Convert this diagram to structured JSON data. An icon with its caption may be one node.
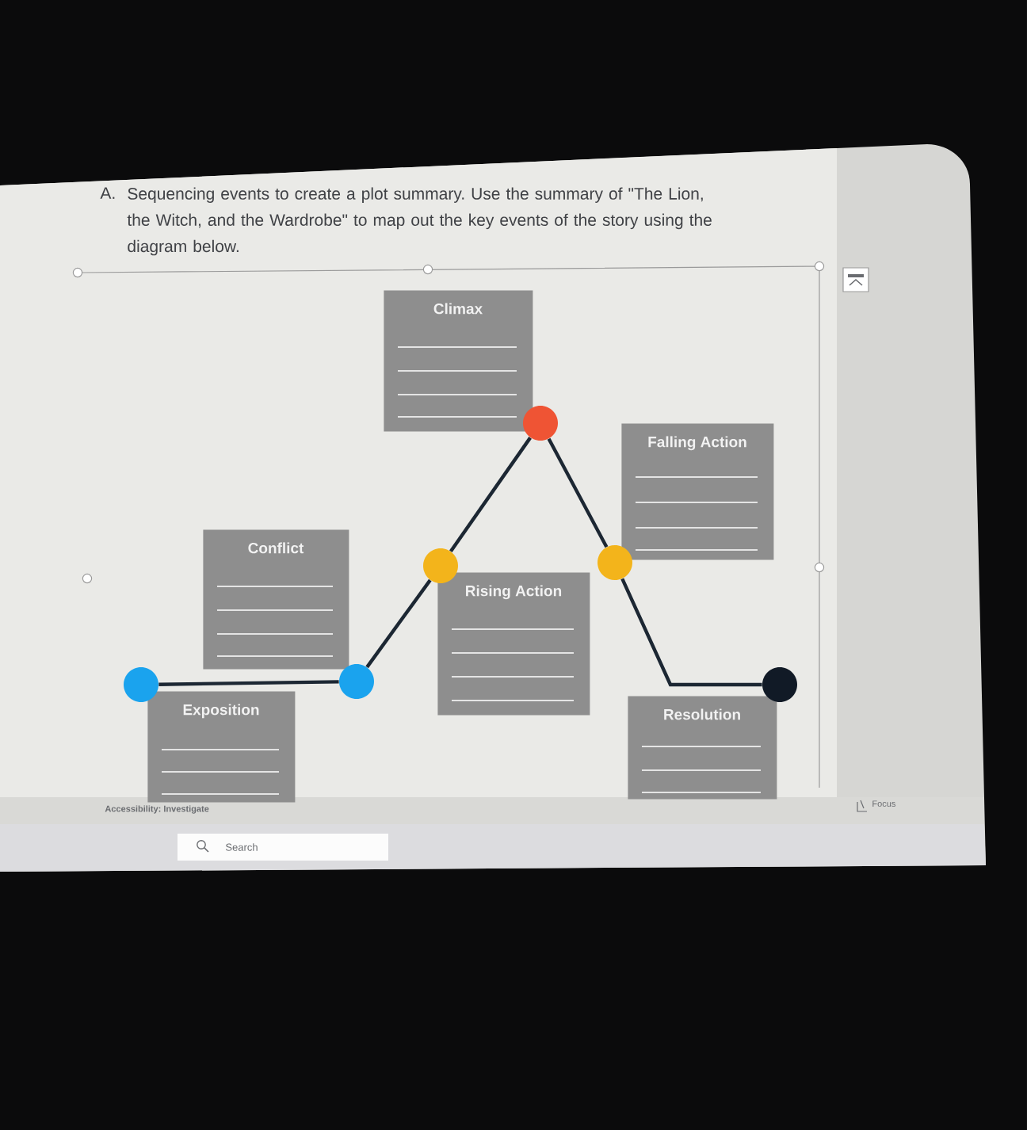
{
  "diagram": {
    "nodes": [
      {
        "text": [
          "Climax"
        ]
      },
      {
        "text": [
          "Falling Action"
        ]
      },
      {
        "text": [
          "Conflict"
        ]
      },
      {
        "text": [
          "Rising Action"
        ]
      },
      {
        "text": [
          "Exposition"
        ]
      },
      {
        "text": [
          "Resolution"
        ]
      },
      {
        "text": [],
        "shape": "circle"
      },
      {
        "text": [],
        "shape": "circle"
      },
      {
        "text": [],
        "shape": "circle"
      },
      {
        "text": [],
        "shape": "circle"
      },
      {
        "text": [],
        "shape": "circle"
      },
      {
        "text": [],
        "shape": "circle"
      }
    ],
    "edges": [
      {
        "from": 6,
        "to": 7,
        "arrow": "none"
      },
      {
        "from": 7,
        "to": 8,
        "arrow": "none"
      },
      {
        "from": 8,
        "to": 9,
        "arrow": "none"
      },
      {
        "from": 9,
        "to": 10,
        "arrow": "none"
      },
      {
        "from": 10,
        "to": 11,
        "arrow": "none"
      }
    ],
    "labels": [
      "A.",
      "Sequencing events to create a plot summary. Use the summary of \"The Lion, the Witch, and the Wardrobe\" to map out the key events of the story using the diagram below.",
      "Accessibility: Investigate",
      "Focus",
      "Search"
    ]
  }
}
